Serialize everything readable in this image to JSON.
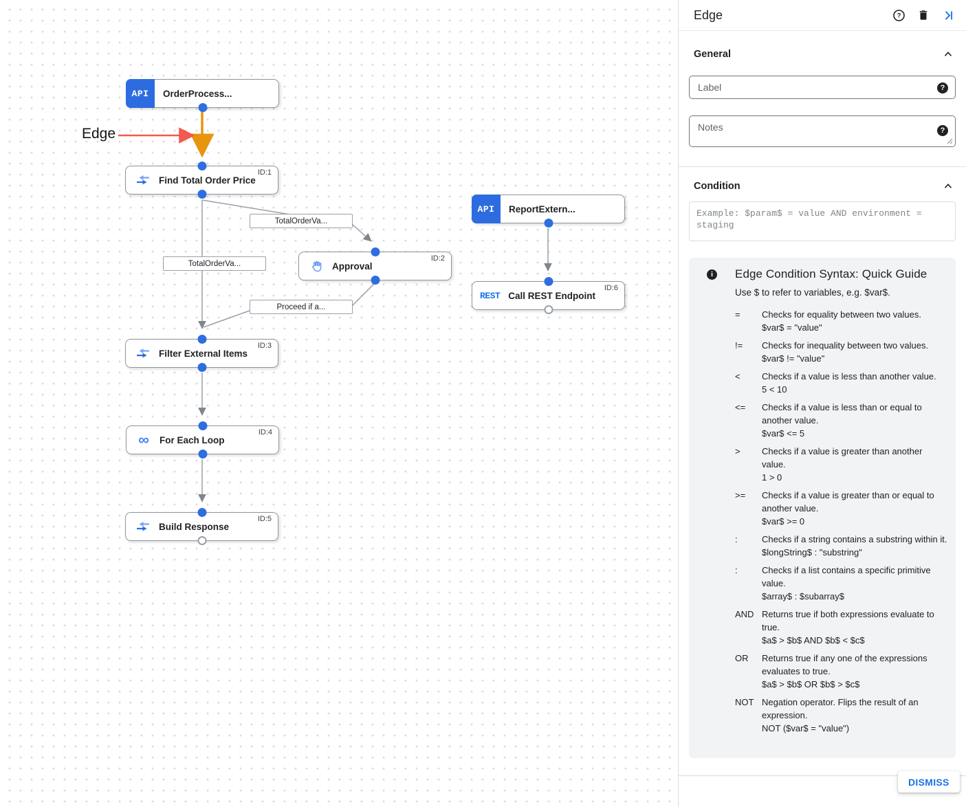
{
  "canvas": {
    "annotation_label": "Edge",
    "nodes": [
      {
        "title": "OrderProcess...",
        "badge": "API",
        "id": ""
      },
      {
        "title": "Find Total Order Price",
        "id": "ID:1"
      },
      {
        "title": "Approval",
        "id": "ID:2"
      },
      {
        "title": "ReportExtern...",
        "badge": "API",
        "id": ""
      },
      {
        "title": "Call REST Endpoint",
        "badge": "REST",
        "id": "ID:6"
      },
      {
        "title": "Filter External Items",
        "id": "ID:3"
      },
      {
        "title": "For Each Loop",
        "id": "ID:4",
        "loop_glyph": "∞"
      },
      {
        "title": "Build Response",
        "id": "ID:5"
      }
    ],
    "edge_labels": [
      {
        "text": "TotalOrderVa..."
      },
      {
        "text": "TotalOrderVa..."
      },
      {
        "text": "Proceed if a..."
      }
    ]
  },
  "panel": {
    "title": "Edge",
    "general": {
      "heading": "General",
      "label_placeholder": "Label",
      "notes_placeholder": "Notes"
    },
    "condition": {
      "heading": "Condition",
      "placeholder": "Example: $param$ = value AND environment = staging"
    },
    "guide": {
      "title": "Edge Condition Syntax: Quick Guide",
      "subtitle": "Use $ to refer to variables, e.g. $var$.",
      "items": [
        {
          "op": "=",
          "desc": "Checks for equality between two values.",
          "example": "$var$ = \"value\""
        },
        {
          "op": "!=",
          "desc": "Checks for inequality between two values.",
          "example": "$var$ != \"value\""
        },
        {
          "op": "<",
          "desc": "Checks if a value is less than another value.",
          "example": "5 < 10"
        },
        {
          "op": "<=",
          "desc": "Checks if a value is less than or equal to another value.",
          "example": "$var$ <= 5"
        },
        {
          "op": ">",
          "desc": "Checks if a value is greater than another value.",
          "example": "1 > 0"
        },
        {
          "op": ">=",
          "desc": "Checks if a value is greater than or equal to another value.",
          "example": "$var$ >= 0"
        },
        {
          "op": ":",
          "desc": "Checks if a string contains a substring within it.",
          "example": "$longString$ : \"substring\""
        },
        {
          "op": ":",
          "desc": "Checks if a list contains a specific primitive value.",
          "example": "$array$ : $subarray$"
        },
        {
          "op": "AND",
          "desc": "Returns true if both expressions evaluate to true.",
          "example": "$a$ > $b$ AND $b$ < $c$"
        },
        {
          "op": "OR",
          "desc": "Returns true if any one of the expressions evaluates to true.",
          "example": "$a$ > $b$ OR $b$ > $c$"
        },
        {
          "op": "NOT",
          "desc": "Negation operator. Flips the result of an expression.",
          "example": "NOT ($var$ = \"value\")"
        }
      ]
    },
    "dismiss_label": "DISMISS"
  },
  "colors": {
    "accent_blue": "#1a73e8",
    "node_badge_blue": "#2d6ce0",
    "node_dot_blue": "#2d6ee0",
    "selected_edge_orange": "#e8940e",
    "annotation_red": "#f4594e",
    "edge_gray": "#9aa0a6"
  }
}
